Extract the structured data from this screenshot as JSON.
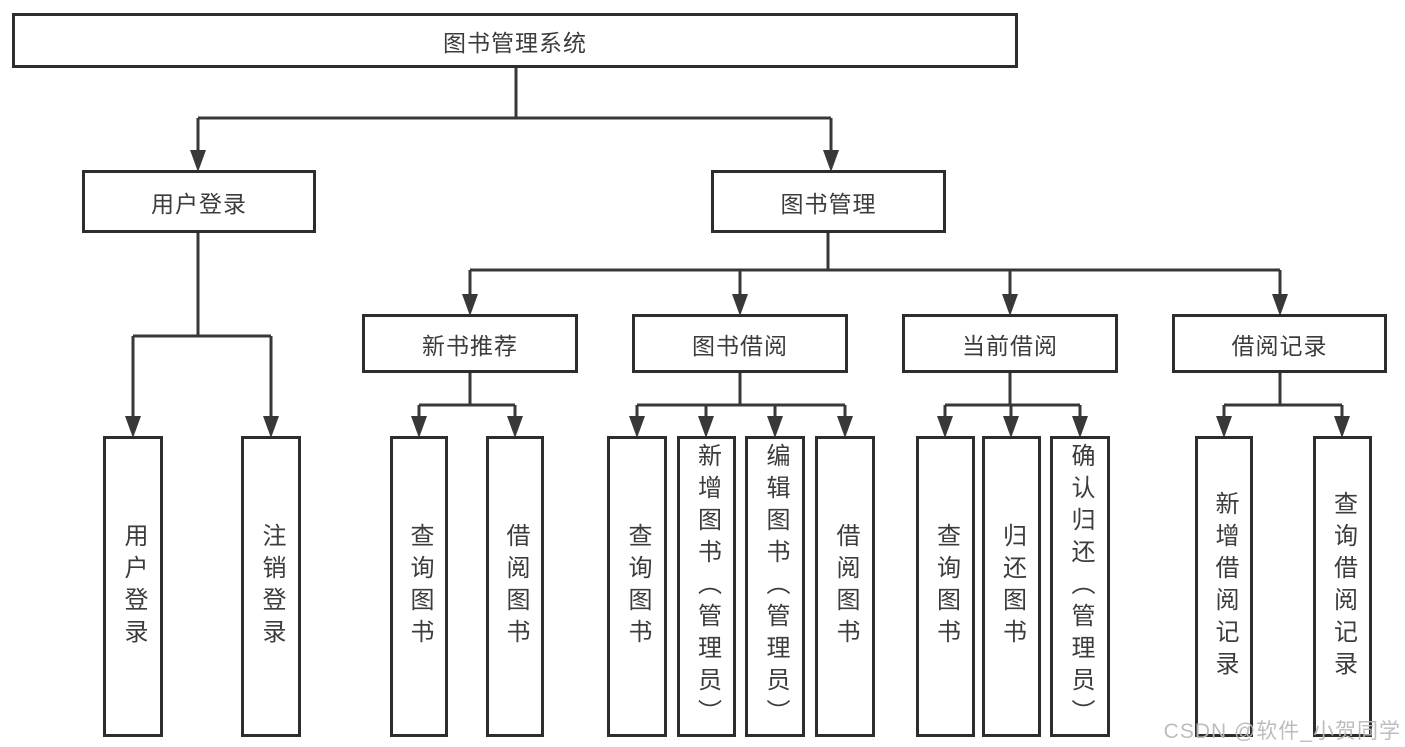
{
  "diagram": {
    "type": "hierarchy-tree",
    "colors": {
      "line": "#383838",
      "box_border": "#2d2d2d",
      "text": "#3c3c3c",
      "background": "#ffffff",
      "watermark": "#b9b9b9"
    },
    "tree": {
      "label": "图书管理系统",
      "children": [
        {
          "label": "用户登录",
          "children": [
            {
              "label": "用户登录"
            },
            {
              "label": "注销登录"
            }
          ]
        },
        {
          "label": "图书管理",
          "children": [
            {
              "label": "新书推荐",
              "children": [
                {
                  "label": "查询图书"
                },
                {
                  "label": "借阅图书"
                }
              ]
            },
            {
              "label": "图书借阅",
              "children": [
                {
                  "label": "查询图书"
                },
                {
                  "label": "新增图书（管理员）"
                },
                {
                  "label": "编辑图书（管理员）"
                },
                {
                  "label": "借阅图书"
                }
              ]
            },
            {
              "label": "当前借阅",
              "children": [
                {
                  "label": "查询图书"
                },
                {
                  "label": "归还图书"
                },
                {
                  "label": "确认归还（管理员）"
                }
              ]
            },
            {
              "label": "借阅记录",
              "children": [
                {
                  "label": "新增借阅记录"
                },
                {
                  "label": "查询借阅记录"
                }
              ]
            }
          ]
        }
      ]
    }
  },
  "watermark": {
    "text": "CSDN @软件_小贺同学"
  }
}
